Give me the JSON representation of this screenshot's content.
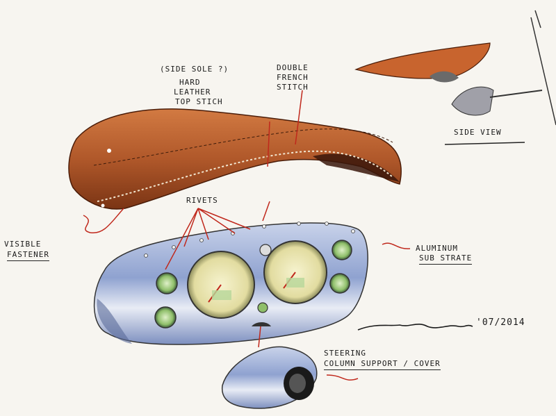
{
  "annotations": {
    "side_sole": "(SIDE SOLE ?)",
    "hard_leather_line1": "HARD",
    "hard_leather_line2": "LEATHER",
    "hard_leather_line3": "TOP STICH",
    "double_french_line1": "DOUBLE",
    "double_french_line2": "FRENCH",
    "double_french_line3": "STITCH",
    "side_view": "SIDE VIEW",
    "rivets": "RIVETS",
    "visible_fastener_line1": "VISIBLE",
    "visible_fastener_line2": "FASTENER",
    "aluminum_line1": "ALUMINUM",
    "aluminum_line2": "SUB STRATE",
    "steering_line1": "STEERING",
    "steering_line2": "COLUMN SUPPORT / COVER",
    "signature_date": "'07/2014"
  },
  "colors": {
    "leather": "#b0582a",
    "leather_dark": "#6b2a10",
    "aluminum": "#9fb0d6",
    "gauge_face": "#ece8b8",
    "gauge_green": "#8fbf6a",
    "accent_red": "#c0281c"
  }
}
